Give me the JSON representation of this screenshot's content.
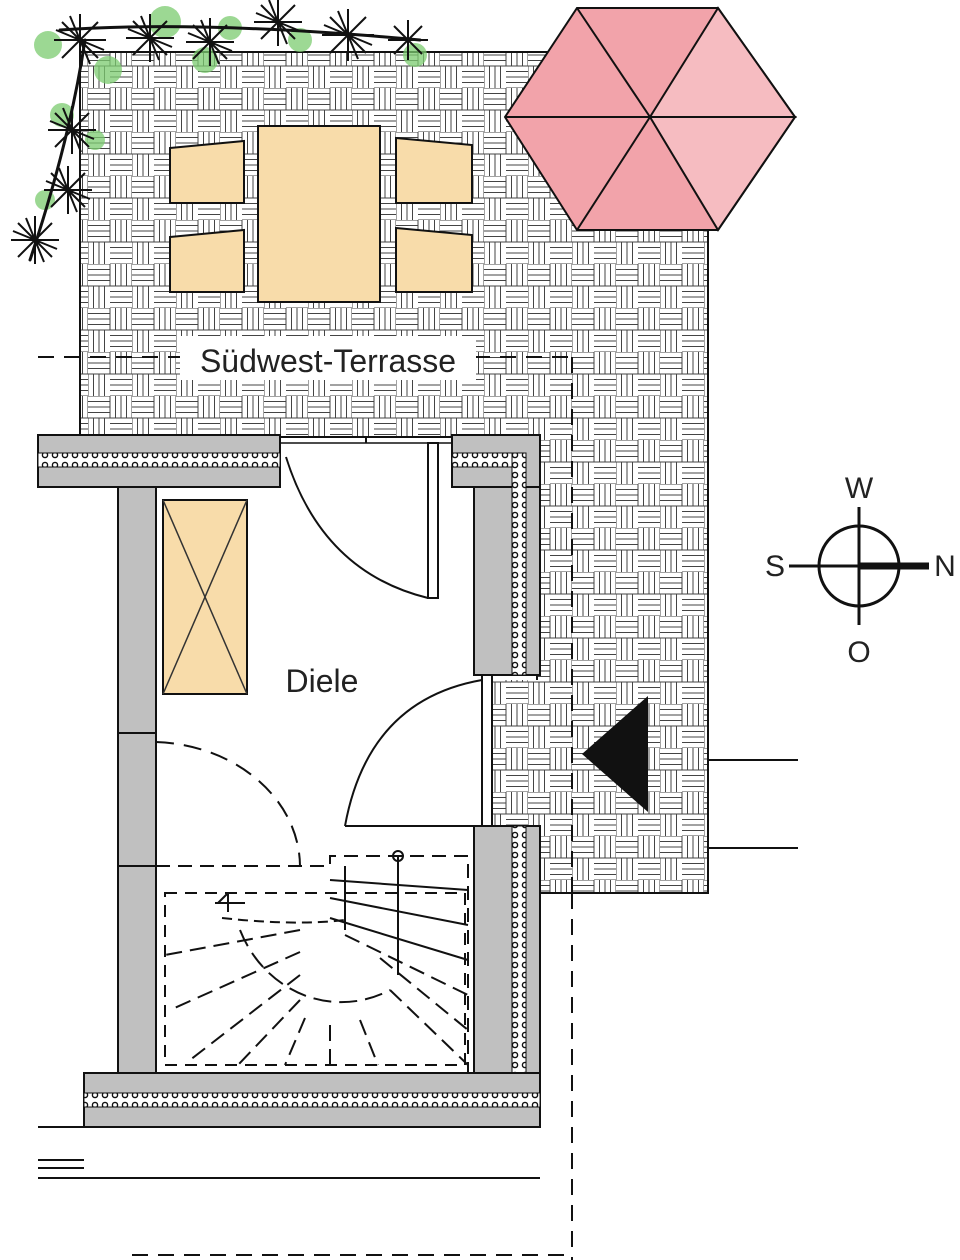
{
  "rooms": {
    "terrace": "Südwest-Terrasse",
    "hall": "Diele"
  },
  "compass": {
    "top": "W",
    "left": "S",
    "right": "N",
    "bottom": "O"
  },
  "colors": {
    "furniture": "#f8dcaa",
    "parasol": "#f2a3aa",
    "wall": "#c0c0c0",
    "plants": "#7ccc70"
  }
}
